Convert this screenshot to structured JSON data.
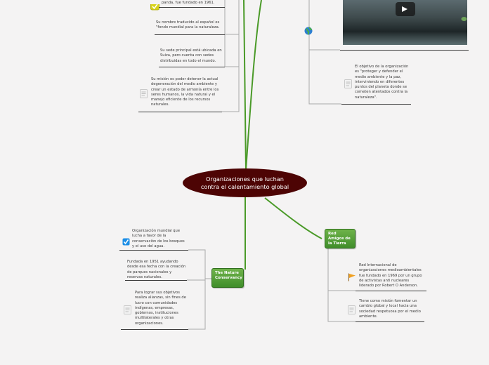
{
  "center_topic": "Organizaciones que luchan contra el calentamiento global",
  "top_left_items": {
    "founded_fragment": "panda, fue fundado en 1961.",
    "name_meaning": "Su nombre traducido al español es \"fondo mundial para la naturaleza.",
    "headquarters": "Su sede principal está ubicada en Suiza, pero cuenta con sedes distribuidas en todo el mundo.",
    "mission": "Su misión es poder detener la actual degeneración del medio ambiente y crear un estado de armonía entre los seres humanos, la vida natural y el manejo eficiente de los recursos naturales."
  },
  "top_right": {
    "objective": "El objetivo de la organización es \"proteger y defender el medio ambiente y la paz, interviniendo en diferentes puntos del planeta donde se cometen atentados contra la naturaleza\"."
  },
  "nature_conservancy": {
    "label": "The Nature Conservancy",
    "items": [
      "Organización mundial que lucha a favor de la conservación de los bosques y el uso del agua.",
      "Fundada en 1951 ayudando desde esa fecha con la creación de parques nacionales y reservas naturales.",
      "Para lograr sus objetivos realiza alianzas, sin fines de lucro con comunidades indígenas, empresas, gobiernos, instituciones multilaterales y otras organizaciones."
    ]
  },
  "red_amigos": {
    "label": "Red Amigos de la Tierra",
    "items": [
      "Red Internacional de organizaciones medioambientales fue fundado en 1969 por un grupo de activistas anti nucleares liderado por Robert O Anderson.",
      "Tiene como misión fomentar un cambio global y local hacia una sociedad respetuosa por el medio ambiente."
    ]
  },
  "icons": [
    "check-icon",
    "note-icon",
    "globe-icon",
    "video-player",
    "play-icon",
    "checkbox-icon",
    "flag-icon"
  ],
  "colors": {
    "connector": "#4a9a28",
    "center": "#4d0404",
    "topic_green": "#4f9d34"
  }
}
